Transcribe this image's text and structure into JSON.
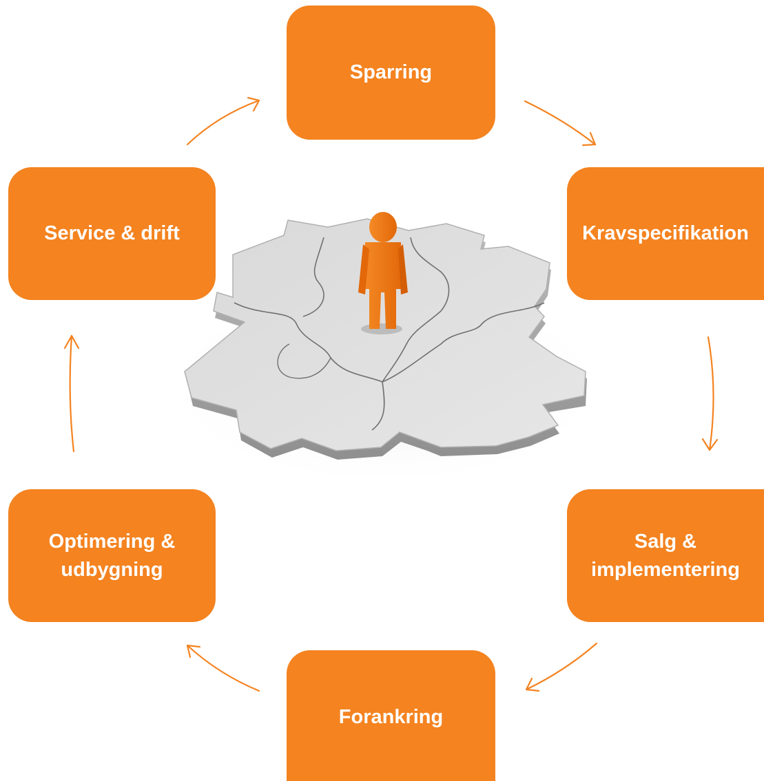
{
  "diagram": {
    "steps": [
      {
        "id": "sparring",
        "label": "Sparring"
      },
      {
        "id": "krav",
        "label": "Kravspecifikation"
      },
      {
        "id": "salg",
        "label_line1": "Salg &",
        "label_line2": "implementering"
      },
      {
        "id": "forankring",
        "label": "Forankring"
      },
      {
        "id": "optimering",
        "label_line1": "Optimering &",
        "label_line2": "udbygning"
      },
      {
        "id": "service",
        "label": "Service & drift"
      }
    ],
    "flow": "clockwise",
    "colors": {
      "box_fill": "#f48320",
      "box_text": "#ffffff",
      "arrow": "#f48320",
      "puzzle": "#d6d6d6",
      "figure": "#f07a10"
    },
    "center_image": "puzzle-with-person-illustration"
  }
}
